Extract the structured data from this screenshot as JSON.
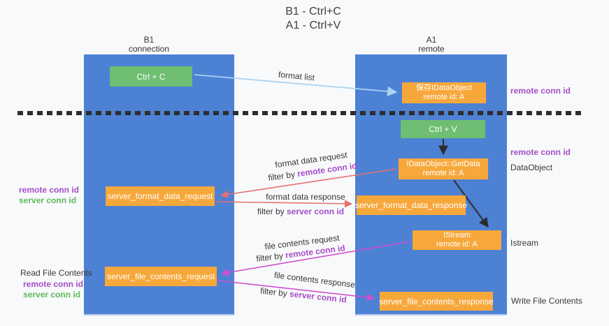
{
  "title": {
    "line1": "B1 - Ctrl+C",
    "line2": "A1 - Ctrl+V"
  },
  "lanes": {
    "left": {
      "name": "B1",
      "role": "connection"
    },
    "right": {
      "name": "A1",
      "role": "remote"
    }
  },
  "nodes": {
    "ctrl_c": {
      "label": "Ctrl + C"
    },
    "save_idataobject": {
      "line1": "保存IDataObject",
      "line2": "remote id: A"
    },
    "ctrl_v": {
      "label": "Ctrl + V"
    },
    "idataobject_getdata": {
      "line1": "IDataObject::GetData",
      "line2": "remote id: A"
    },
    "istream": {
      "line1": "IStream",
      "line2": "remote id: A"
    },
    "server_format_data_request": {
      "label": "server_format_data_request"
    },
    "server_format_data_response": {
      "label": "server_format_data_response"
    },
    "server_file_contents_request": {
      "label": "server_file_contents_request"
    },
    "server_file_contents_response": {
      "label": "server_file_contents_response"
    }
  },
  "arrow_labels": {
    "format_list": "format list",
    "format_data_request": "format data request",
    "format_data_response": "format data response",
    "file_contents_request": "file contents request",
    "file_contents_response": "file contents response",
    "filter_by": "filter by",
    "remote_conn_id": "remote conn id",
    "server_conn_id": "server conn id"
  },
  "side_labels": {
    "right_remote_conn_id_1": "remote conn id",
    "right_remote_conn_id_2": "remote conn id",
    "right_dataobject": "DataObject",
    "right_istream": "Istream",
    "right_write_file_contents": "Write File Contents",
    "left_remote_conn_id_1": "remote conn id",
    "left_server_conn_id_1": "server conn id",
    "left_read_file_contents": "Read File Contents",
    "left_remote_conn_id_2": "remote conn id",
    "left_server_conn_id_2": "server conn id"
  },
  "colors": {
    "lane_blue": "#4d81d4",
    "node_green": "#6fbe71",
    "node_orange": "#f7a83b",
    "remote_conn_purple": "#a64dc8",
    "server_conn_green": "#5cba5c",
    "arrow_red": "#e57170",
    "arrow_magenta": "#cf4fd0",
    "arrow_lightblue": "#a8d3f2",
    "arrow_black": "#2d2d2d"
  }
}
